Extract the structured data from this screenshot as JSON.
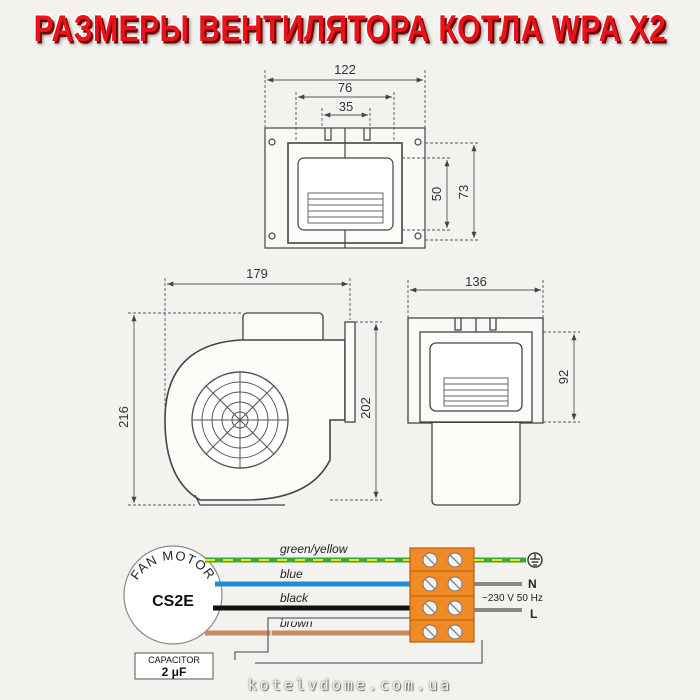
{
  "title": "РАЗМЕРЫ ВЕНТИЛЯТОРА КОТЛА WPA X2",
  "dimensions": {
    "top_width_total": "122",
    "top_width_mid": "76",
    "top_width_inner": "35",
    "top_height_inner": "50",
    "top_height_outer": "73",
    "side_width": "179",
    "side_height_total": "216",
    "side_height_body": "202",
    "front_width": "136",
    "front_height": "92"
  },
  "wiring": {
    "motor_label": "FAN MOTOR",
    "motor_model": "CS2E",
    "capacitor_label": "CAPACITOR",
    "capacitor_value": "2 μF",
    "wires": [
      {
        "label": "green/yellow",
        "color": "#3aa935",
        "stripe": "#f2e21b"
      },
      {
        "label": "blue",
        "color": "#1e8fd6"
      },
      {
        "label": "black",
        "color": "#111111"
      },
      {
        "label": "brown",
        "color": "#c98a5c"
      }
    ],
    "neutral_label": "N",
    "live_label": "L",
    "supply_label": "~230 V 50 Hz",
    "ground_symbol": "ground-icon"
  },
  "colors": {
    "title_red": "#e8141b",
    "terminal_orange": "#f08a25"
  },
  "footer": "kotelvdome.com.ua"
}
